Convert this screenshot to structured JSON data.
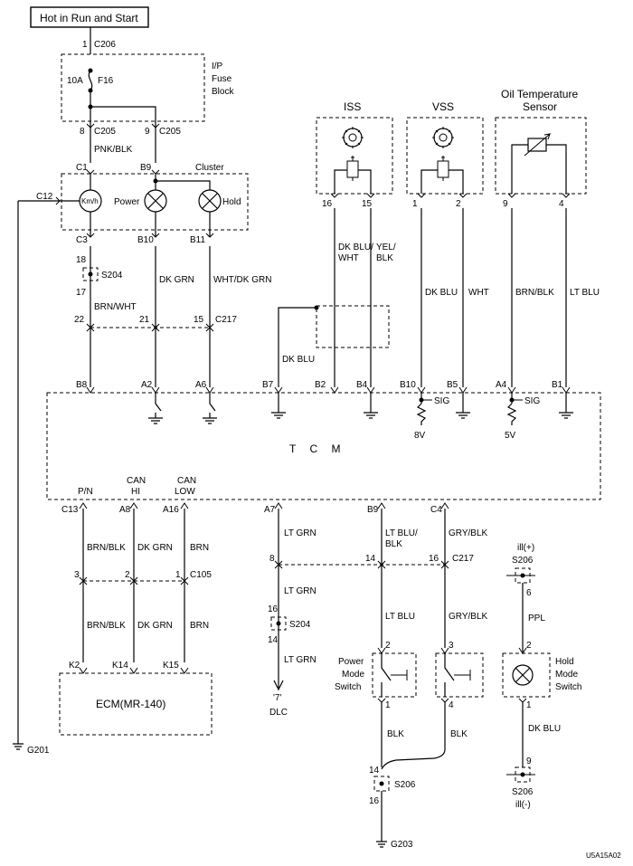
{
  "header": {
    "power_source": "Hot in Run and Start"
  },
  "fuse_block": {
    "top_connector_pin": "1",
    "top_connector": "C206",
    "fuse_rating": "10A",
    "fuse_name": "F16",
    "label_line1": "I/P",
    "label_line2": "Fuse",
    "label_line3": "Block",
    "out_left_pin": "8",
    "out_left_conn": "C205",
    "out_right_pin": "9",
    "out_right_conn": "C205"
  },
  "cluster": {
    "title": "Cluster",
    "wire_in": "PNK/BLK",
    "pin_c1": "C1",
    "pin_b9": "B9",
    "pin_c12": "C12",
    "gauge_label": "Km/h",
    "power_lamp": "Power",
    "hold_lamp": "Hold",
    "pin_c3": "C3",
    "pin_b10": "B10",
    "pin_b11": "B11"
  },
  "splice_s204_top": {
    "pin_top": "18",
    "name": "S204",
    "pin_bottom": "17"
  },
  "wires_cluster_tcm": {
    "left": "BRN/WHT",
    "mid": "DK GRN",
    "right": "WHT/DK GRN"
  },
  "c217_top": {
    "pin_left": "22",
    "pin_mid": "21",
    "pin_right": "15",
    "name": "C217"
  },
  "iss": {
    "title": "ISS",
    "pin_left": "16",
    "pin_right": "15",
    "wire_left_1": "DK BLU/",
    "wire_left_2": "WHT",
    "wire_right_1": "YEL/",
    "wire_right_2": "BLK"
  },
  "vss": {
    "title": "VSS",
    "pin_left": "1",
    "pin_right": "2",
    "wire_left": "DK BLU",
    "wire_right": "WHT"
  },
  "oil_sensor": {
    "title_1": "Oil Temperature",
    "title_2": "Sensor",
    "pin_left": "9",
    "pin_right": "4",
    "wire_left": "BRN/BLK",
    "wire_right": "LT BLU"
  },
  "shield_wire": "DK BLU",
  "tcm": {
    "name": "T C M",
    "top_pins": [
      "B8",
      "A2",
      "A6",
      "B7",
      "B2",
      "B4",
      "B10",
      "B5",
      "A4",
      "B1"
    ],
    "sig_label": "SIG",
    "volt_8": "8V",
    "volt_5": "5V",
    "bottom_labels": {
      "pn": "P/N",
      "can_hi_1": "CAN",
      "can_hi_2": "HI",
      "can_low_1": "CAN",
      "can_low_2": "LOW"
    },
    "bottom_pins": [
      "C13",
      "A8",
      "A16",
      "A7",
      "B9",
      "C4"
    ]
  },
  "lower_wires": {
    "w1": "BRN/BLK",
    "w2": "DK GRN",
    "w3": "BRN",
    "w4": "LT GRN",
    "w5_1": "LT BLU/",
    "w5_2": "BLK",
    "w6": "GRY/BLK",
    "w1b": "BRN/BLK",
    "w2b": "DK GRN",
    "w3b": "BRN",
    "w4b": "LT GRN",
    "w4c": "LT GRN",
    "w5b": "LT BLU",
    "w6b": "GRY/BLK",
    "ppl": "PPL",
    "blk_left": "BLK",
    "blk_right": "BLK",
    "dkblu": "DK BLU"
  },
  "c105": {
    "pin_left": "3",
    "pin_mid": "2",
    "pin_right": "1",
    "name": "C105"
  },
  "c217_bottom": {
    "pin_left": "8",
    "pin_mid": "14",
    "pin_right": "16",
    "name": "C217"
  },
  "ecm": {
    "name": "ECM(MR-140)",
    "pins": [
      "K2",
      "K14",
      "K15"
    ]
  },
  "s204_bottom": {
    "pin_top": "16",
    "name": "S204",
    "pin_bottom": "14"
  },
  "dlc": {
    "pin": "'7'",
    "name": "DLC"
  },
  "power_switch": {
    "label_1": "Power",
    "label_2": "Mode",
    "label_3": "Switch",
    "pin_top_left": "2",
    "pin_top_right": "3",
    "pin_bot_left": "1",
    "pin_bot_right": "4"
  },
  "hold_switch": {
    "label_1": "Hold",
    "label_2": "Mode",
    "label_3": "Switch",
    "pin_top": "2",
    "pin_bot": "1"
  },
  "s206_ill_top": {
    "label": "ill(+)",
    "name": "S206",
    "pin": "6"
  },
  "s206_ill_bottom": {
    "pin": "9",
    "name": "S206",
    "label": "ill(-)"
  },
  "s206_ground": {
    "pin_top": "14",
    "name": "S206",
    "pin_bottom": "16"
  },
  "grounds": {
    "g201": "G201",
    "g203": "G203"
  },
  "figure_code": "U5A15A02"
}
